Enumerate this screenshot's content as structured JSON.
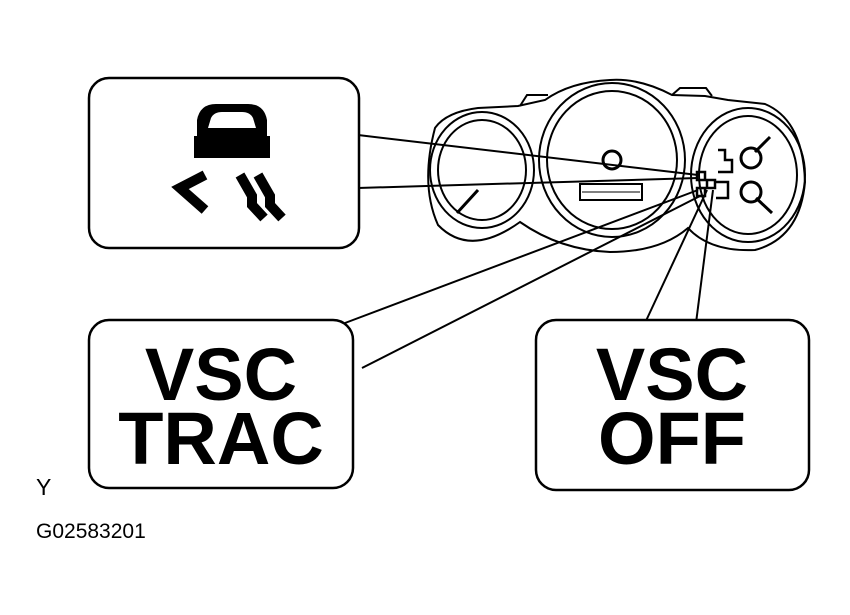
{
  "callouts": {
    "vsc_trac": {
      "line1": "VSC",
      "line2": "TRAC"
    },
    "vsc_off": {
      "line1": "VSC",
      "line2": "OFF"
    },
    "slip_indicator": {
      "icon": "skid-car-icon"
    }
  },
  "corner_letter": "Y",
  "figure_code": "G02583201",
  "colors": {
    "ink": "#000000",
    "paper": "#ffffff"
  }
}
